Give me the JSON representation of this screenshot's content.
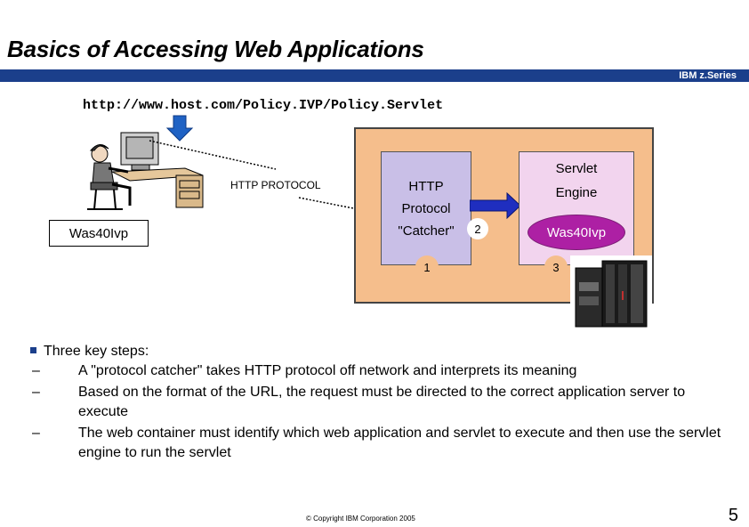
{
  "slide": {
    "title": "Basics of Accessing Web Applications",
    "brand": "IBM z.Series",
    "url": "http://www.host.com/Policy.IVP/Policy.Servlet",
    "protocol_label": "HTTP PROTOCOL",
    "client_label": "Was40Ivp",
    "catcher": {
      "line1": "HTTP",
      "line2": "Protocol",
      "line3": "\"Catcher\""
    },
    "engine": {
      "line1": "Servlet",
      "line2": "Engine",
      "app": "Was40Ivp"
    },
    "steps_badges": [
      "1",
      "2",
      "3"
    ],
    "intro": "Three key steps:",
    "steps": [
      "A \"protocol catcher\" takes HTTP protocol off network and interprets its meaning",
      "Based on the format of the URL, the request must be directed to the correct application server to execute",
      "The web container must identify which web application and servlet to execute and then use the servlet engine to run the servlet"
    ],
    "dash": "–",
    "copyright": "© Copyright IBM Corporation 2005",
    "page_number": "5"
  },
  "colors": {
    "title_bar": "#1b3f8b",
    "server_frame": "#f5be8c",
    "catcher_box": "#c9bfe7",
    "engine_box": "#f2d4ee",
    "app_oval": "#ad20a4",
    "arrow": "#1f2ebf"
  }
}
